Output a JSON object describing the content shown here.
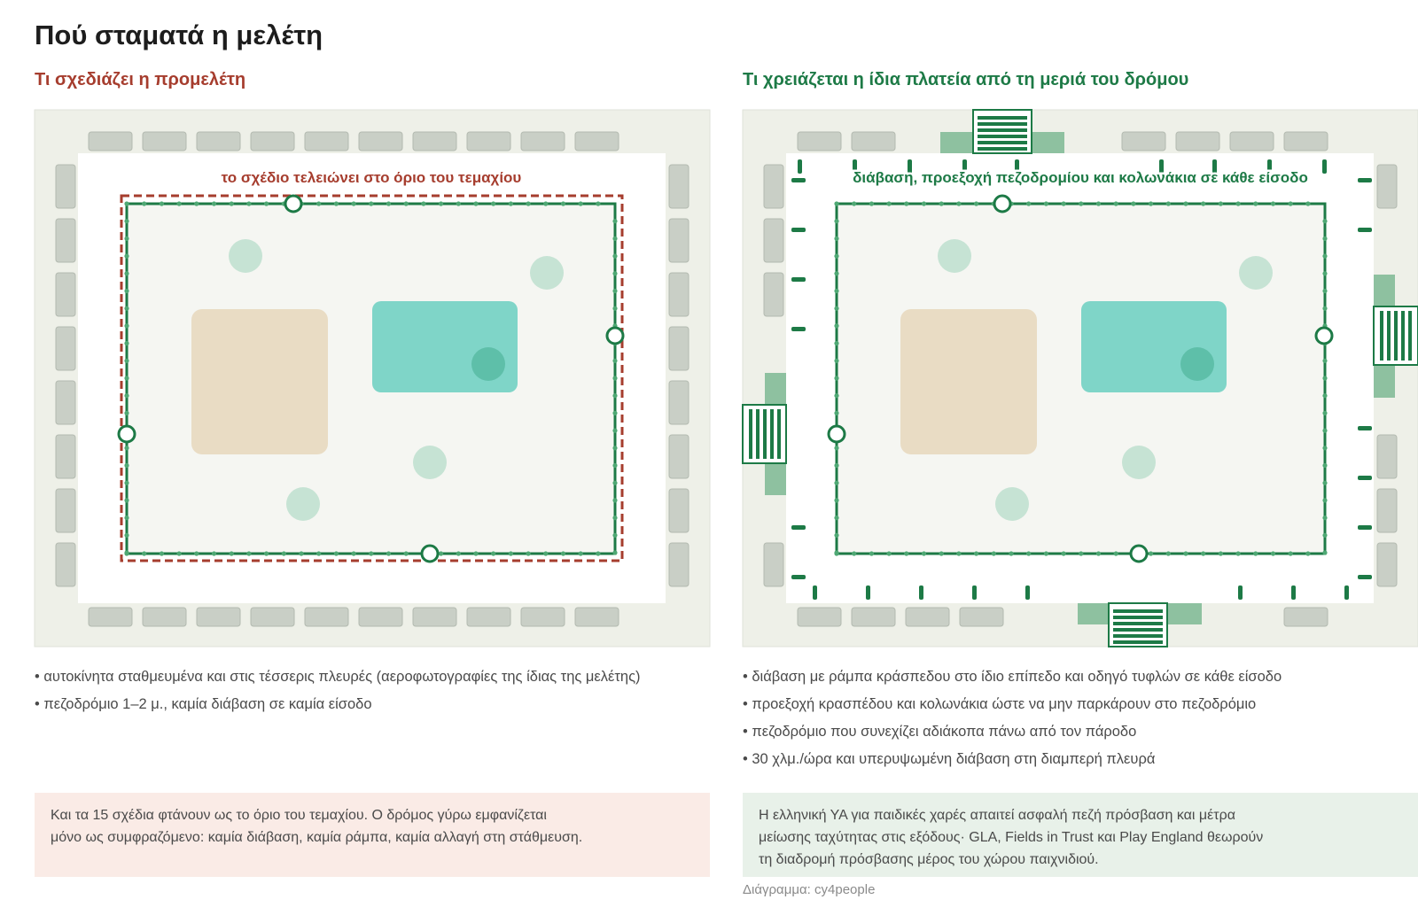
{
  "title": "Πού σταματά η μελέτη",
  "left": {
    "subtitle": "Τι σχεδιάζει η προμελέτη",
    "annotation": "το σχέδιο τελειώνει στο όριο του τεμαχίου",
    "bullets": [
      "αυτοκίνητα σταθμευμένα και στις τέσσερις πλευρές (αεροφωτογραφίες της ίδιας της μελέτης)",
      "πεζοδρόμιο 1–2 μ., καμία διάβαση σε καμία είσοδο"
    ],
    "note_lines": [
      "Και τα 15 σχέδια φτάνουν ως το όριο του τεμαχίου. Ο δρόμος γύρω εμφανίζεται",
      "μόνο ως συμφραζόμενο: καμία διάβαση, καμία ράμπα, καμία αλλαγή στη στάθμευση."
    ]
  },
  "right": {
    "subtitle": "Τι χρειάζεται η ίδια πλατεία από τη μεριά του δρόμου",
    "annotation": "διάβαση, προεξοχή πεζοδρομίου και κολωνάκια σε κάθε είσοδο",
    "bullets": [
      "διάβαση με ράμπα κράσπεδου στο ίδιο επίπεδο και οδηγό τυφλών σε κάθε είσοδο",
      "προεξοχή κρασπέδου και κολωνάκια ώστε να μην παρκάρουν στο πεζοδρόμιο",
      "πεζοδρόμιο που συνεχίζει αδιάκοπα πάνω από τον πάροδο",
      "30 χλμ./ώρα και υπερυψωμένη διάβαση στη διαμπερή πλευρά"
    ],
    "note_lines": [
      "Η ελληνική ΥΑ για παιδικές χαρές απαιτεί ασφαλή πεζή πρόσβαση και μέτρα",
      "μείωσης ταχύτητας στις εξόδους· GLA, Fields in Trust και Play England θεωρούν",
      "τη διαδρομή πρόσβασης μέρος του χώρου παιχνιδιού."
    ]
  },
  "credit": "Διάγραμμα: cy4people",
  "colors": {
    "road": "#eef0e8",
    "parked_car": "#c9cfc6",
    "sidewalk": "#ffffff",
    "plaza": "#f5f6f2",
    "sand_area": "#e9dcc4",
    "water_area": "#7fd5c8",
    "tree": "#c6e3d4",
    "fence_green": "#1d7a46",
    "boundary_red": "#a63d2e",
    "crossing_light": "#8ec1a0"
  }
}
